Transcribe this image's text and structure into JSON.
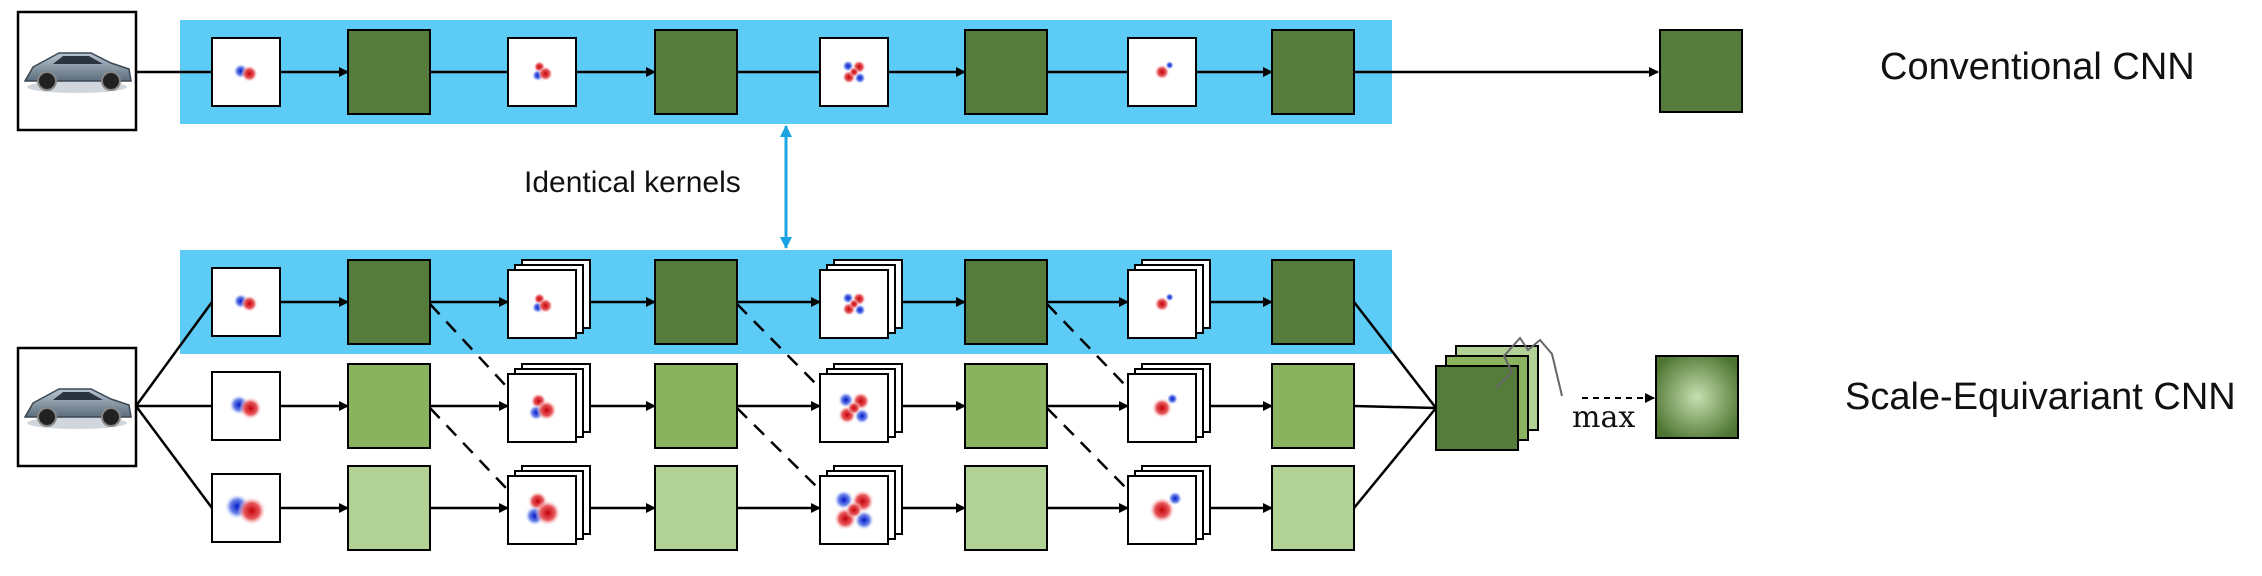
{
  "labels": {
    "conventional": "Conventional CNN",
    "scale_equivariant": "Scale-Equivariant CNN",
    "identical_kernels": "Identical kernels",
    "max": "max"
  },
  "colors": {
    "band": "#5ccbf5",
    "feature_dark": "#567c3b",
    "feature_mid": "#8ab25f",
    "feature_light": "#b1d197",
    "arrow_blue": "#19a3e0",
    "kernel_red": "#d7191c",
    "kernel_blue": "#1f3fd6"
  },
  "icons": {
    "input_image": "sports-car-image",
    "kernel": "filter-kernel-thumbnail",
    "feature_map": "feature-map-square",
    "pooled_output": "pooled-feature-map"
  }
}
